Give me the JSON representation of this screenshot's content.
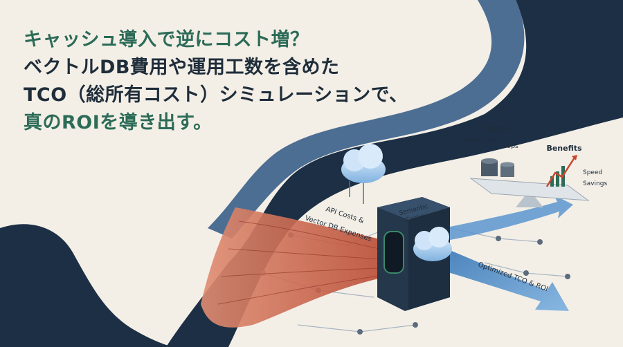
{
  "headline": {
    "line1": "キャッシュ導入で逆にコスト増？",
    "line2": "ベクトルDB費用や運用工数を含めた",
    "line3": "TCO（総所有コスト）シミュレーションで、",
    "line4": "真のROIを導き出す。"
  },
  "illustration": {
    "input_label_line1": "API Costs &",
    "input_label_line2": "Vector DB Expenses",
    "cache_label_line1": "Semantic",
    "cache_label_line2": "Cache",
    "output_label": "Optimized TCO & ROI"
  },
  "scale": {
    "costs_title": "Costs",
    "cost_item_1": "Vector DB",
    "cost_item_2": "Ops",
    "benefits_title": "Benefits",
    "benefit_item_1": "Speed",
    "benefit_item_2": "Savings"
  },
  "colors": {
    "background": "#f3efe7",
    "navy": "#1c2f45",
    "slate_blue": "#4d6e93",
    "accent_green": "#2c6b57",
    "cost_red": "#cf6a50",
    "flow_blue": "#4a86c3"
  }
}
